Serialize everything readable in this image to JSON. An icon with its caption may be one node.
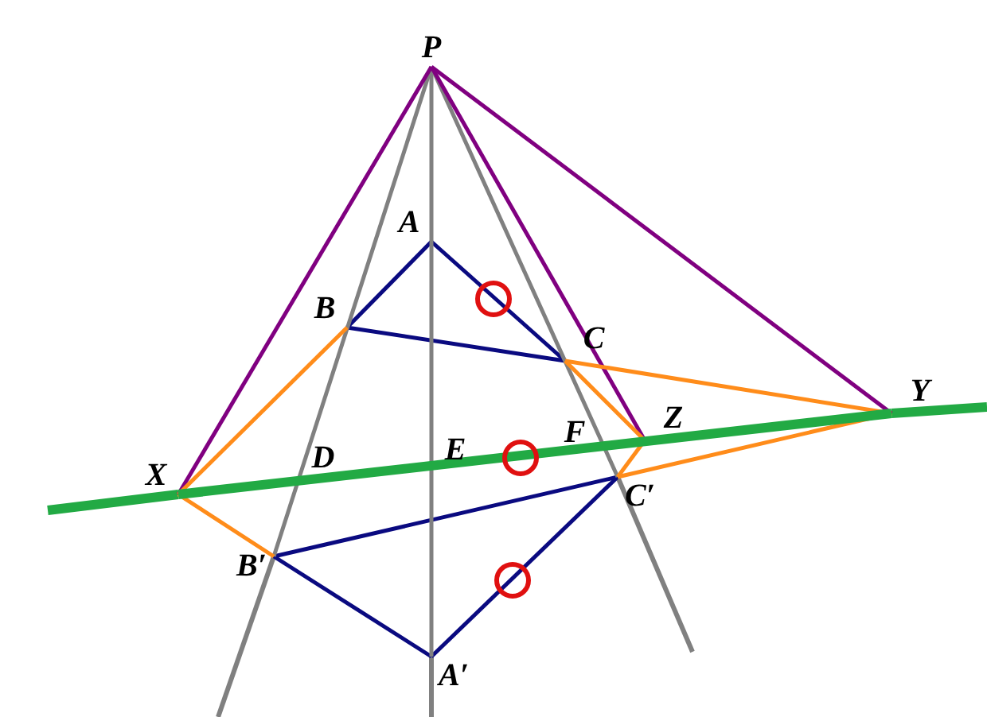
{
  "diagram": {
    "nodes": [
      {
        "text": [
          "P"
        ]
      },
      {
        "text": [
          "A"
        ]
      },
      {
        "text": [
          "B"
        ]
      },
      {
        "text": [
          "C"
        ]
      },
      {
        "text": [
          "A′"
        ]
      },
      {
        "text": [
          "B′"
        ]
      },
      {
        "text": [
          "C′"
        ]
      },
      {
        "text": [
          "X"
        ]
      },
      {
        "text": [
          "Y"
        ]
      },
      {
        "text": [
          "Z"
        ]
      }
    ],
    "edges": [
      {
        "from": 1,
        "to": 2,
        "arrow": "none"
      },
      {
        "from": 2,
        "to": 3,
        "arrow": "none"
      },
      {
        "from": 3,
        "to": 1,
        "arrow": "none"
      },
      {
        "from": 4,
        "to": 5,
        "arrow": "none"
      },
      {
        "from": 5,
        "to": 6,
        "arrow": "none"
      },
      {
        "from": 6,
        "to": 4,
        "arrow": "none"
      },
      {
        "from": 0,
        "to": 5,
        "arrow": "none",
        "color": "#808080"
      },
      {
        "from": 0,
        "to": 4,
        "arrow": "none",
        "color": "#808080"
      },
      {
        "from": 0,
        "to": 6,
        "arrow": "none",
        "color": "#808080"
      },
      {
        "from": 0,
        "to": 7,
        "arrow": "none",
        "color": "#800080"
      },
      {
        "from": 0,
        "to": 9,
        "arrow": "none",
        "color": "#800080"
      },
      {
        "from": 0,
        "to": 8,
        "arrow": "none",
        "color": "#800080"
      },
      {
        "from": 7,
        "to": 2,
        "arrow": "none",
        "color": "#ff8c1a"
      },
      {
        "from": 7,
        "to": 5,
        "arrow": "none",
        "color": "#ff8c1a"
      },
      {
        "from": 3,
        "to": 8,
        "arrow": "none",
        "color": "#ff8c1a"
      },
      {
        "from": 6,
        "to": 8,
        "arrow": "none",
        "color": "#ff8c1a"
      },
      {
        "from": 3,
        "to": 9,
        "arrow": "none",
        "color": "#ff8c1a"
      },
      {
        "from": 6,
        "to": 9,
        "arrow": "none",
        "color": "#ff8c1a"
      },
      {
        "from": 7,
        "to": 8,
        "arrow": "none",
        "style": "thick",
        "color": "#22aa44"
      }
    ],
    "labels": [
      "D",
      "E",
      "F"
    ]
  }
}
